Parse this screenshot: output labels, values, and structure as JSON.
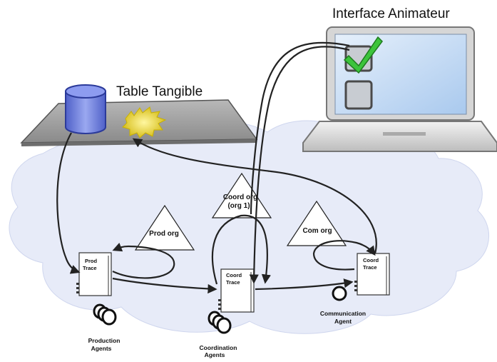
{
  "labels": {
    "interface": "Interface Animateur",
    "table": "Table Tangible"
  },
  "orgs": {
    "prod": "Prod org",
    "coord_line1": "Coord org",
    "coord_line2": "(org 1)",
    "com": "Com org"
  },
  "traces": {
    "prod_line1": "Prod",
    "prod_line2": "Trace",
    "coord_mid_line1": "Coord",
    "coord_mid_line2": "Trace",
    "coord_right_line1": "Coord",
    "coord_right_line2": "Trace"
  },
  "agents": {
    "production_line1": "Production",
    "production_line2": "Agents",
    "coordination_line1": "Coordination",
    "coordination_line2": "Agents",
    "communication_line1": "Communication",
    "communication_line2": "Agent"
  },
  "colors": {
    "cloud": "#e7ebf8",
    "cylinder": "#6f7fe0",
    "screen": "#bcd6f2",
    "check": "#3cc43c",
    "sun": "#e8d838"
  }
}
